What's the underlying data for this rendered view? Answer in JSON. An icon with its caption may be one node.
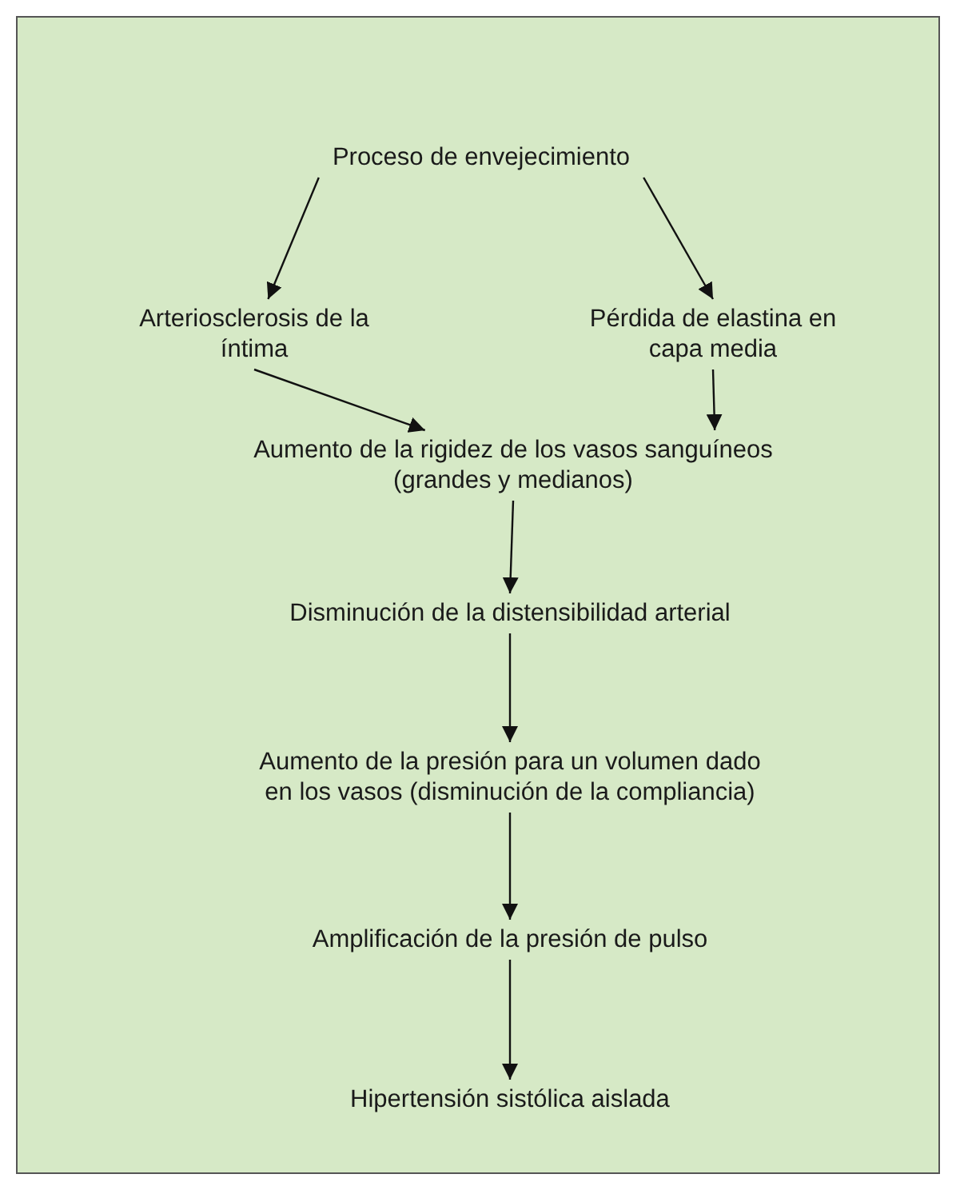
{
  "diagram": {
    "nodes": [
      {
        "text": [
          "Proceso de envejecimiento"
        ]
      },
      {
        "text": [
          "Arteriosclerosis de la íntima"
        ]
      },
      {
        "text": [
          "Pérdida de elastina en capa media"
        ]
      },
      {
        "text": [
          "Aumento de la rigidez de los vasos sanguíneos (grandes y medianos)"
        ]
      },
      {
        "text": [
          "Disminución de la distensibilidad arterial"
        ]
      },
      {
        "text": [
          "Aumento de la presión para un volumen dado en los vasos (disminución de la compliancia)"
        ]
      },
      {
        "text": [
          "Amplificación de la presión de pulso"
        ]
      },
      {
        "text": [
          "Hipertensión sistólica aislada"
        ]
      }
    ],
    "edges": [
      {
        "from": 0,
        "to": 1,
        "arrow": "to"
      },
      {
        "from": 0,
        "to": 2,
        "arrow": "to"
      },
      {
        "from": 1,
        "to": 3,
        "arrow": "to"
      },
      {
        "from": 2,
        "to": 3,
        "arrow": "to"
      },
      {
        "from": 3,
        "to": 4,
        "arrow": "to"
      },
      {
        "from": 4,
        "to": 5,
        "arrow": "to"
      },
      {
        "from": 5,
        "to": 6,
        "arrow": "to"
      },
      {
        "from": 6,
        "to": 7,
        "arrow": "to"
      }
    ]
  }
}
